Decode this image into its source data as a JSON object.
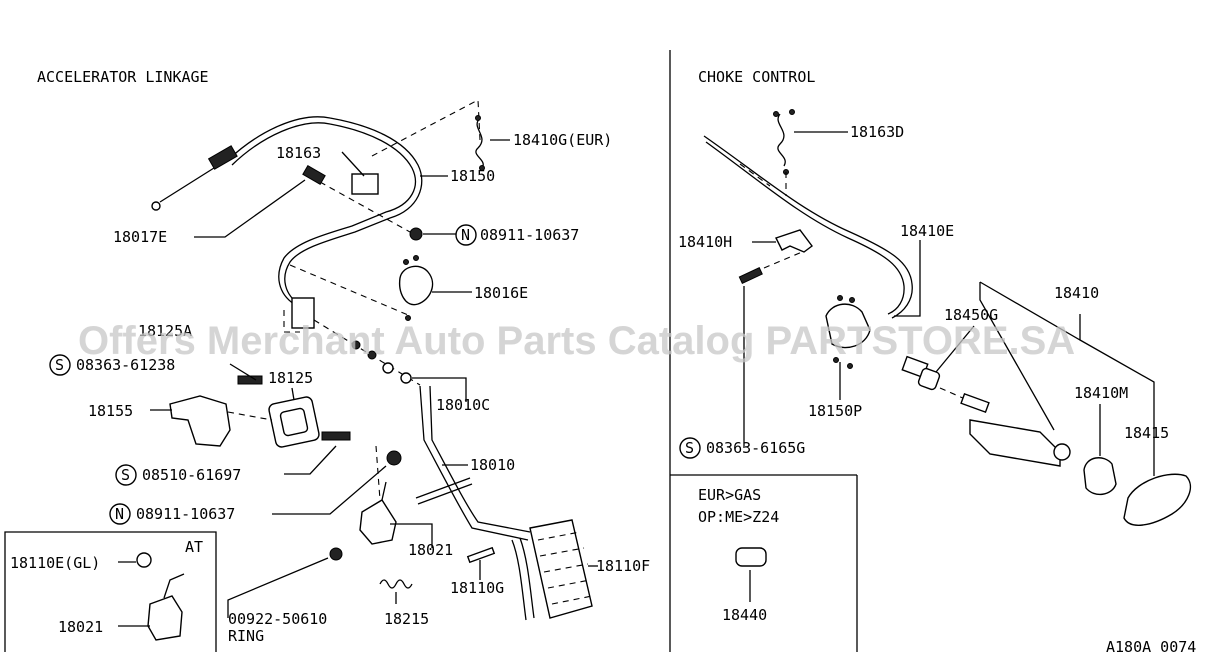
{
  "sections": {
    "accelerator_title": "ACCELERATOR LINKAGE",
    "choke_title": "CHOKE CONTROL",
    "at_title": "AT",
    "eur_line1": "EUR>GAS",
    "eur_line2": "OP:ME>Z24"
  },
  "watermark": "Offers Merchant Auto Parts Catalog PARTSTORE.SA",
  "figure_code": "A180A 0074",
  "labels": {
    "p18410g": "18410G(EUR)",
    "p18163": "18163",
    "p18150": "18150",
    "p18017e": "18017E",
    "p08911a": "08911-10637",
    "p18016e": "18016E",
    "p18125a": "18125A",
    "p08363a": "08363-61238",
    "p18125": "18125",
    "p18155": "18155",
    "p18010c": "18010C",
    "p08510": "08510-61697",
    "p18010": "18010",
    "p08911b": "08911-10637",
    "p18021a": "18021",
    "p18110f": "18110F",
    "p18110g": "18110G",
    "p00922": "00922-50610",
    "ring": "RING",
    "p18215": "18215",
    "p18110e": "18110E(GL)",
    "p18021b": "18021",
    "p18163d": "18163D",
    "p18410h": "18410H",
    "p18410e": "18410E",
    "p18410": "18410",
    "p18450g": "18450G",
    "p18410m": "18410M",
    "p18150p": "18150P",
    "p18415": "18415",
    "p08363b": "08363-6165G",
    "p18440": "18440"
  },
  "markers": {
    "s": "S",
    "n": "N"
  }
}
